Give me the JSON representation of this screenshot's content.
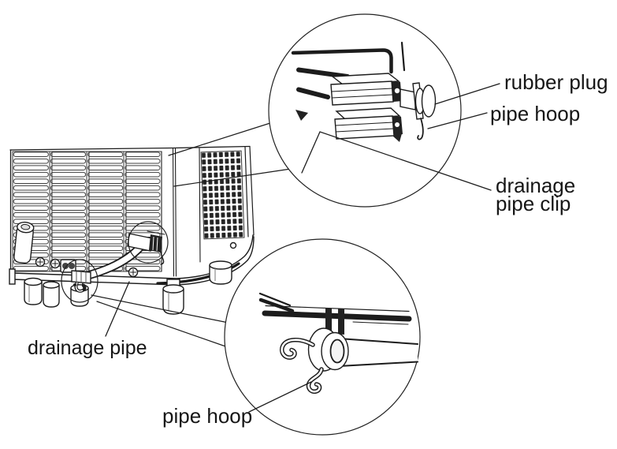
{
  "figure": {
    "colors": {
      "background": "#ffffff",
      "line": "#1c1c1c",
      "text": "#161616"
    },
    "callouts": {
      "rubber_plug": "rubber plug",
      "pipe_hoop_top": "pipe hoop",
      "drainage_pipe_clip": [
        "drainage",
        "pipe clip"
      ],
      "drainage_pipe": "drainage pipe",
      "pipe_hoop_bottom": "pipe hoop"
    }
  }
}
